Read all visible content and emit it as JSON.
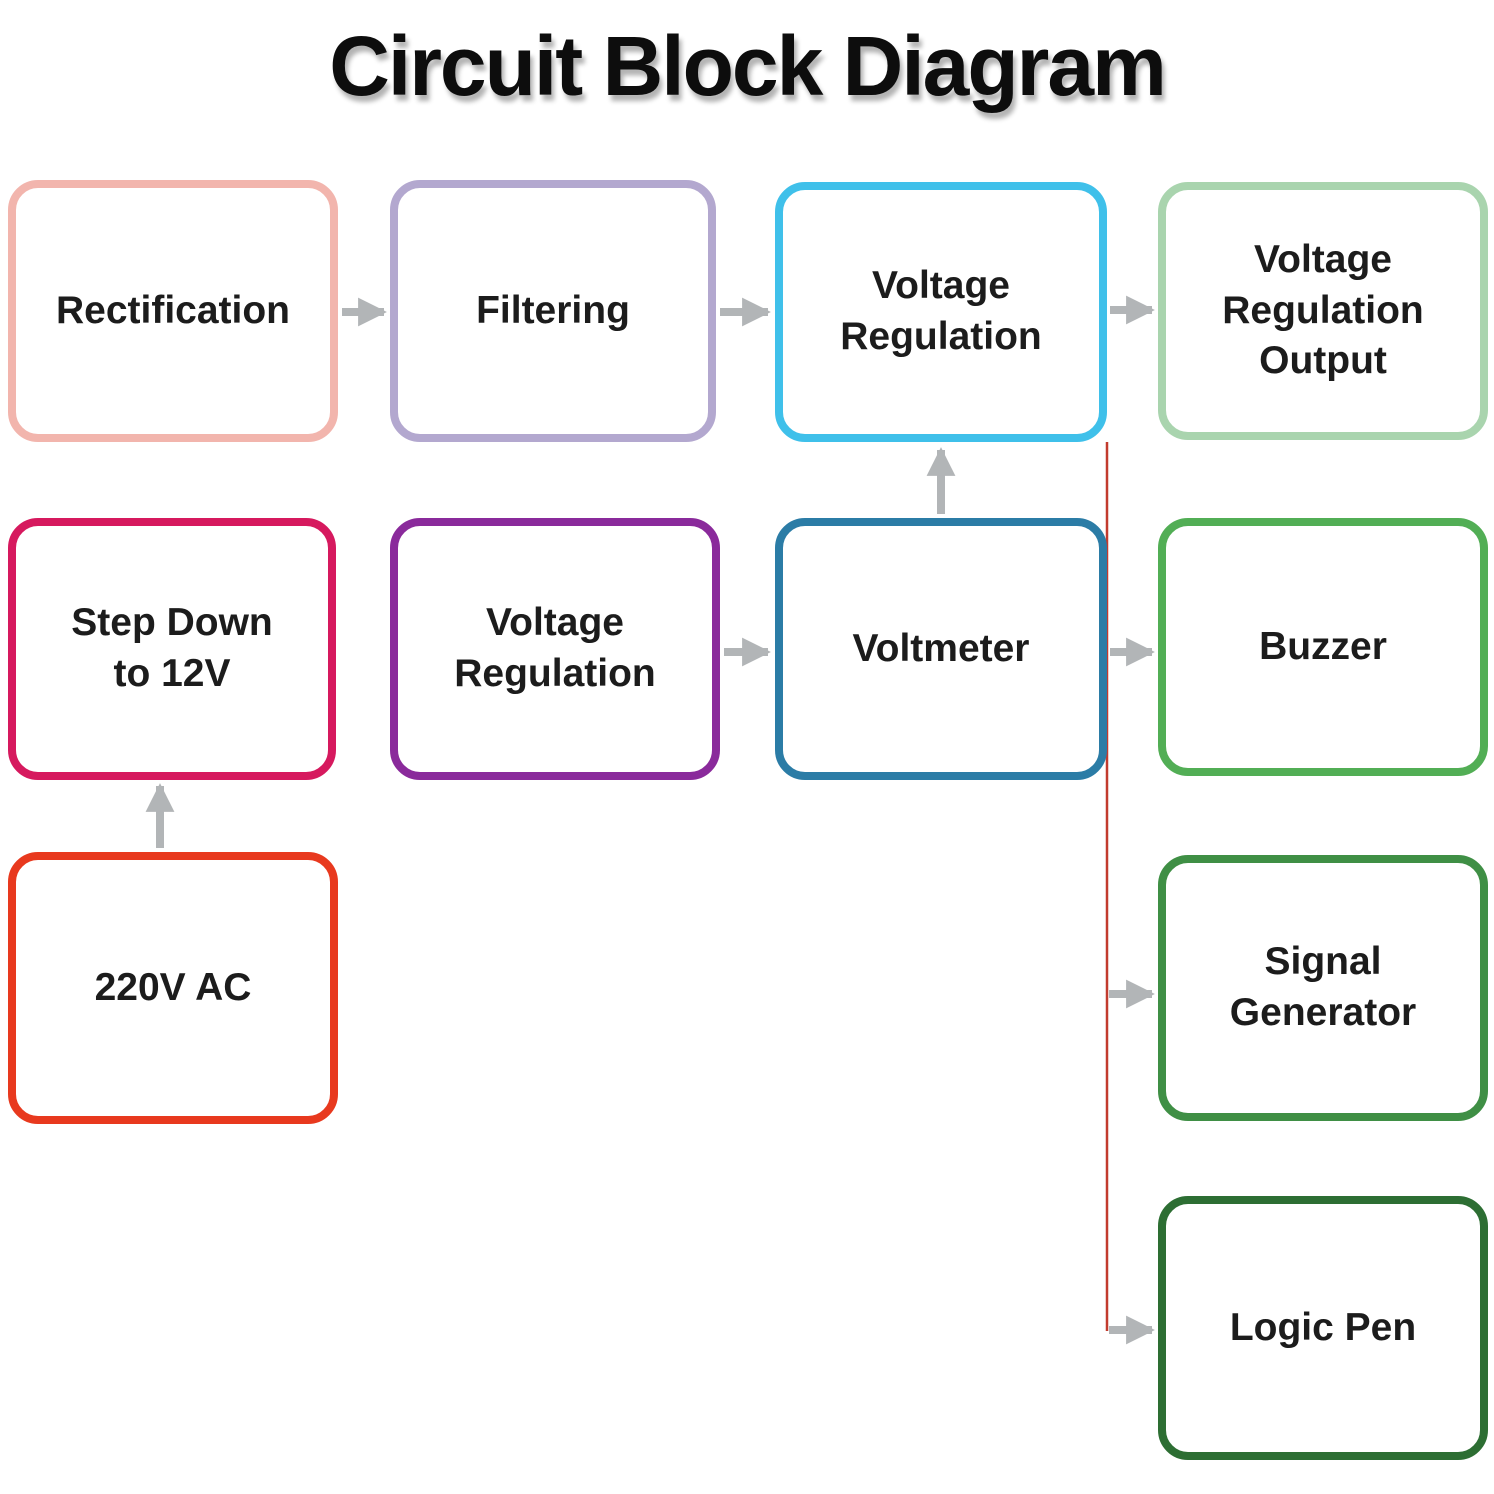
{
  "title": "Circuit Block Diagram",
  "blocks": [
    {
      "id": "rectification",
      "label": "Rectification",
      "border_color": "#f2b5ad"
    },
    {
      "id": "filtering",
      "label": "Filtering",
      "border_color": "#b3a8cf"
    },
    {
      "id": "voltage-regulation-top",
      "label": "Voltage\nRegulation",
      "border_color": "#3fc0ea"
    },
    {
      "id": "voltage-regulation-output",
      "label": "Voltage\nRegulation\nOutput",
      "border_color": "#a9d4ae"
    },
    {
      "id": "step-down-to-12v",
      "label": "Step Down\nto 12V",
      "border_color": "#d6195e"
    },
    {
      "id": "voltage-regulation-mid",
      "label": "Voltage\nRegulation",
      "border_color": "#8a2a9b"
    },
    {
      "id": "voltmeter",
      "label": "Voltmeter",
      "border_color": "#2b7ca6"
    },
    {
      "id": "buzzer",
      "label": "Buzzer",
      "border_color": "#52ae55"
    },
    {
      "id": "ac-220v",
      "label": "220V AC",
      "border_color": "#e8391e"
    },
    {
      "id": "signal-generator",
      "label": "Signal\nGenerator",
      "border_color": "#3f8f45"
    },
    {
      "id": "logic-pen",
      "label": "Logic Pen",
      "border_color": "#2d6e33"
    }
  ],
  "connectors": {
    "arrow_color": "#b2b5b7",
    "feed_line_color": "#c23b2e"
  }
}
